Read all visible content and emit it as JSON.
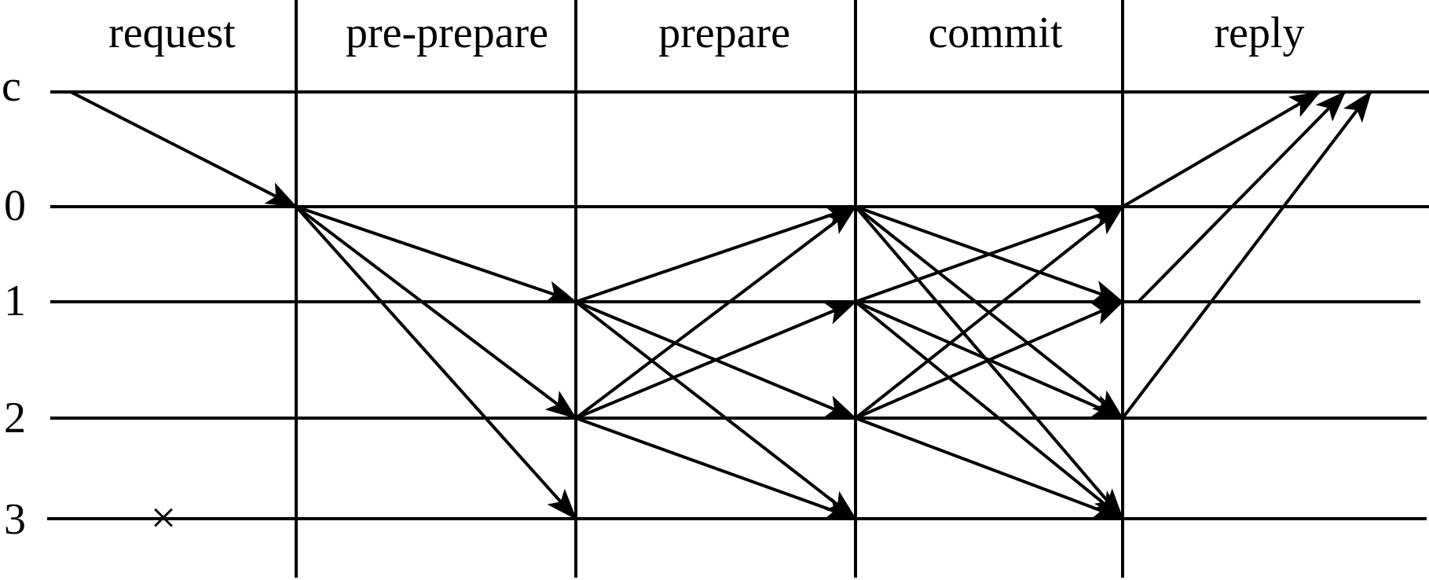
{
  "phases": [
    {
      "id": "request",
      "label": "request"
    },
    {
      "id": "pre-prepare",
      "label": "pre-prepare"
    },
    {
      "id": "prepare",
      "label": "prepare"
    },
    {
      "id": "commit",
      "label": "commit"
    },
    {
      "id": "reply",
      "label": "reply"
    }
  ],
  "nodes": [
    {
      "id": "c",
      "label": "c"
    },
    {
      "id": "0",
      "label": "0"
    },
    {
      "id": "1",
      "label": "1"
    },
    {
      "id": "2",
      "label": "2"
    },
    {
      "id": "3",
      "label": "3",
      "failed": true
    }
  ],
  "failure_mark": "×",
  "messages": [
    {
      "phase": "request",
      "from": "c",
      "to": "0"
    },
    {
      "phase": "pre-prepare",
      "from": "0",
      "to": "1"
    },
    {
      "phase": "pre-prepare",
      "from": "0",
      "to": "2"
    },
    {
      "phase": "pre-prepare",
      "from": "0",
      "to": "3"
    },
    {
      "phase": "prepare",
      "from": "1",
      "to": "0"
    },
    {
      "phase": "prepare",
      "from": "1",
      "to": "2"
    },
    {
      "phase": "prepare",
      "from": "1",
      "to": "3"
    },
    {
      "phase": "prepare",
      "from": "2",
      "to": "0"
    },
    {
      "phase": "prepare",
      "from": "2",
      "to": "1"
    },
    {
      "phase": "prepare",
      "from": "2",
      "to": "3"
    },
    {
      "phase": "commit",
      "from": "0",
      "to": "1"
    },
    {
      "phase": "commit",
      "from": "0",
      "to": "2"
    },
    {
      "phase": "commit",
      "from": "0",
      "to": "3"
    },
    {
      "phase": "commit",
      "from": "1",
      "to": "0"
    },
    {
      "phase": "commit",
      "from": "1",
      "to": "2"
    },
    {
      "phase": "commit",
      "from": "1",
      "to": "3"
    },
    {
      "phase": "commit",
      "from": "2",
      "to": "0"
    },
    {
      "phase": "commit",
      "from": "2",
      "to": "1"
    },
    {
      "phase": "commit",
      "from": "2",
      "to": "3"
    },
    {
      "phase": "reply",
      "from": "0",
      "to": "c"
    },
    {
      "phase": "reply",
      "from": "1",
      "to": "c"
    },
    {
      "phase": "reply",
      "from": "2",
      "to": "c"
    }
  ]
}
